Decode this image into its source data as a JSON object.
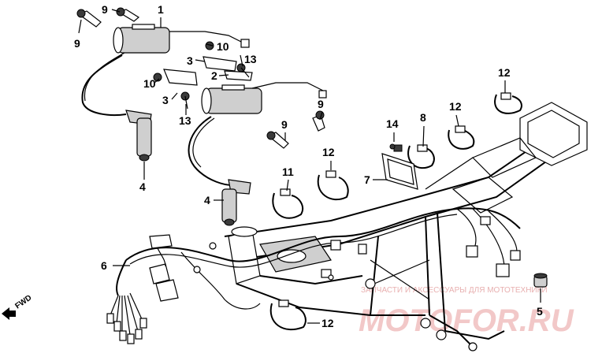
{
  "diagram": {
    "callouts": {
      "c1": "1",
      "c2": "2",
      "c3a": "3",
      "c3b": "3",
      "c4a": "4",
      "c4b": "4",
      "c5": "5",
      "c6": "6",
      "c7": "7",
      "c8": "8",
      "c9a": "9",
      "c9b": "9",
      "c9c": "9",
      "c9d": "9",
      "c10a": "10",
      "c10b": "10",
      "c11": "11",
      "c12a": "12",
      "c12b": "12",
      "c12c": "12",
      "c12d": "12",
      "c13a": "13",
      "c13b": "13",
      "c14": "14"
    },
    "direction_label": "FWD"
  },
  "watermark": {
    "subtitle": "ЗАПЧАСТИ И АКСЕССУАРЫ ДЛЯ МОТОТЕХНИКИ",
    "brand": "MOTOFOR.RU"
  }
}
